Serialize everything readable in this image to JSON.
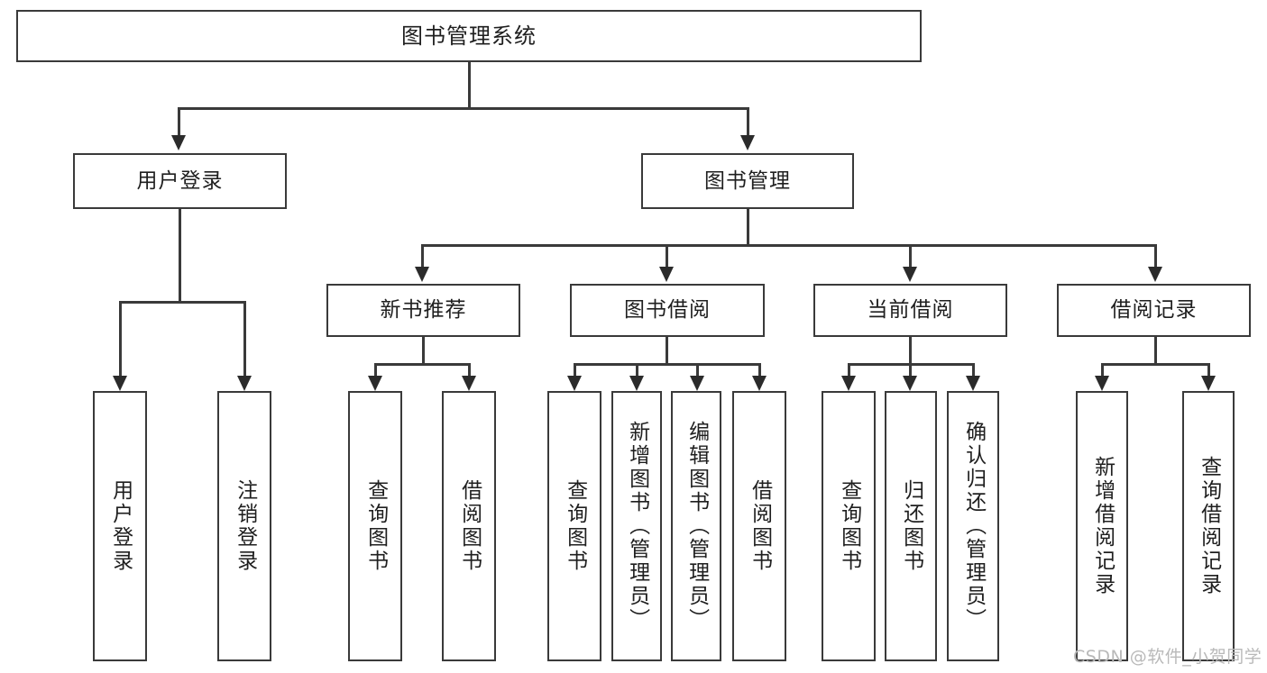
{
  "diagram": {
    "title": "图书管理系统",
    "type": "hierarchy-tree",
    "root": {
      "id": "root",
      "label": "图书管理系统"
    },
    "level1": [
      {
        "id": "user-login",
        "label": "用户登录"
      },
      {
        "id": "book-management",
        "label": "图书管理"
      }
    ],
    "level2": [
      {
        "id": "new-book-recommend",
        "label": "新书推荐"
      },
      {
        "id": "book-borrow",
        "label": "图书借阅"
      },
      {
        "id": "current-borrow",
        "label": "当前借阅"
      },
      {
        "id": "borrow-record",
        "label": "借阅记录"
      }
    ],
    "leaves": {
      "user_login": [
        {
          "id": "leaf-user-login",
          "label": "用户登录"
        },
        {
          "id": "leaf-logout-login",
          "label": "注销登录"
        }
      ],
      "new_book_recommend": [
        {
          "id": "leaf-query-book-1",
          "label": "查询图书"
        },
        {
          "id": "leaf-borrow-book-1",
          "label": "借阅图书"
        }
      ],
      "book_borrow": [
        {
          "id": "leaf-query-book-2",
          "label": "查询图书"
        },
        {
          "id": "leaf-add-book",
          "label": "新增图书（管理员）"
        },
        {
          "id": "leaf-edit-book",
          "label": "编辑图书（管理员）"
        },
        {
          "id": "leaf-borrow-book-2",
          "label": "借阅图书"
        }
      ],
      "current_borrow": [
        {
          "id": "leaf-query-book-3",
          "label": "查询图书"
        },
        {
          "id": "leaf-return-book",
          "label": "归还图书"
        },
        {
          "id": "leaf-confirm-return",
          "label": "确认归还（管理员）"
        }
      ],
      "borrow_record": [
        {
          "id": "leaf-add-record",
          "label": "新增借阅记录"
        },
        {
          "id": "leaf-query-record",
          "label": "查询借阅记录"
        }
      ]
    }
  },
  "watermark": {
    "text": "CSDN @软件_小贺同学"
  },
  "colors": {
    "stroke": "#3a3a3a",
    "text": "#1f1f1f",
    "background": "#ffffff",
    "watermark": "#b9b9b9"
  }
}
